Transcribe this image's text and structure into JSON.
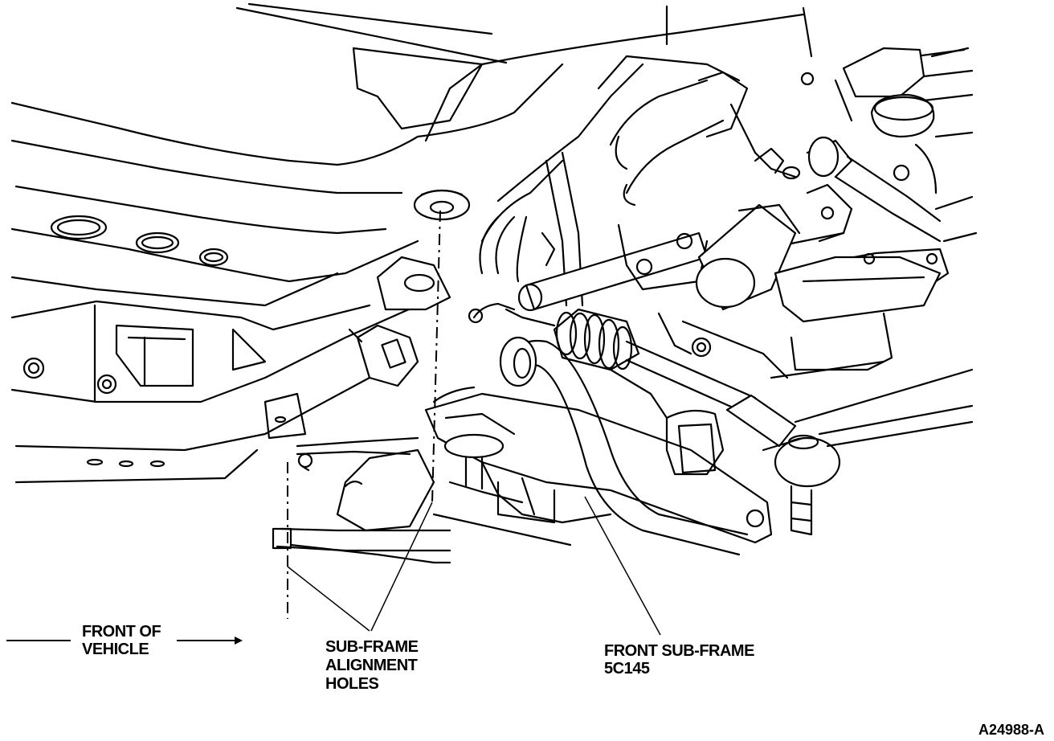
{
  "labels": {
    "front_of_vehicle": {
      "line1": "FRONT OF",
      "line2": "VEHICLE"
    },
    "alignment_holes": {
      "line1": "SUB-FRAME",
      "line2": "ALIGNMENT",
      "line3": "HOLES"
    },
    "front_subframe": {
      "line1": "FRONT SUB-FRAME",
      "line2": "5C145"
    }
  },
  "figure_id": "A24988-A"
}
